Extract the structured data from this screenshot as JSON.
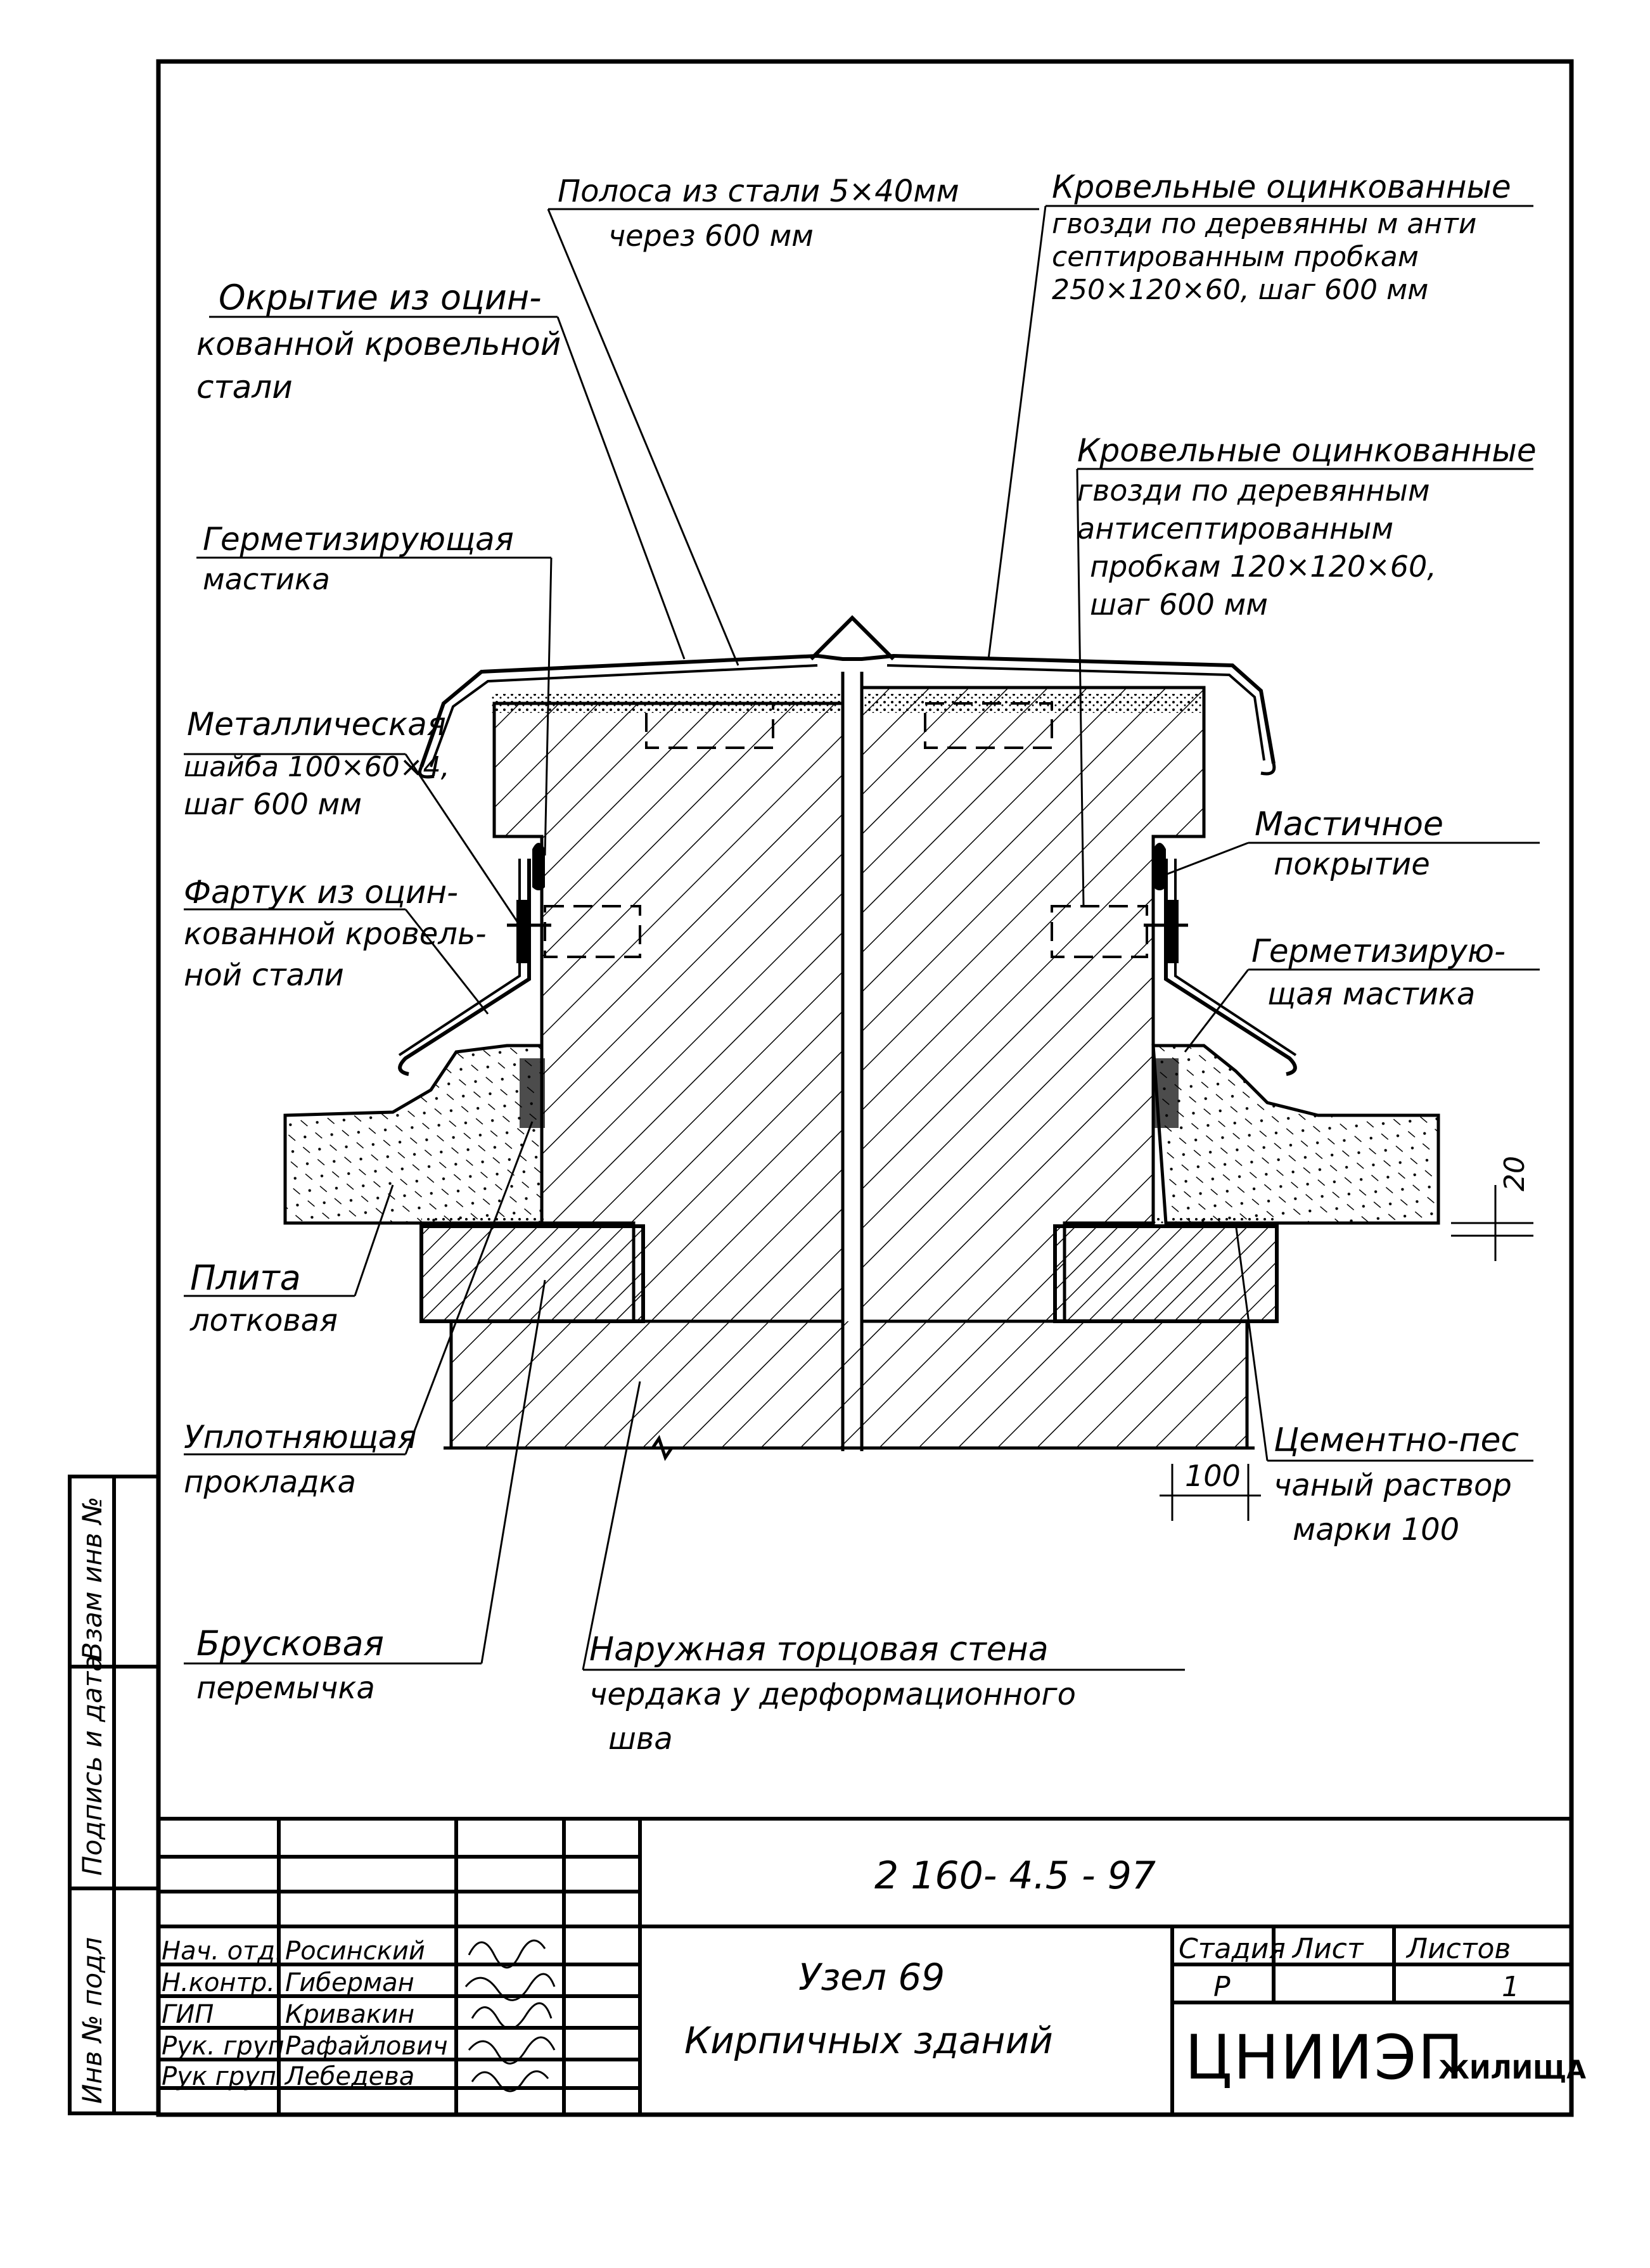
{
  "labels": {
    "strip": [
      "Полоса из стали 5×40мм",
      "через 600 мм"
    ],
    "nails_top": [
      "Кровельные оцинкованные",
      "гвозди по деревянны м анти",
      "септированным пробкам",
      "250×120×60, шаг 600 мм"
    ],
    "covering": [
      "Окрытие из оцин-",
      "кованной кровельной",
      "стали"
    ],
    "nails_mid": [
      "Кровельные оцинкованные",
      "гвозди по деревянным",
      "антисептированным",
      "пробкам 120×120×60,",
      "шаг 600 мм"
    ],
    "sealing_left": [
      "Герметизирующая",
      "мастика"
    ],
    "washer": [
      "Металлическая",
      "шайба 100×60×4,",
      "шаг 600 мм"
    ],
    "mastic_cover": [
      "Мастичное",
      "покрытие"
    ],
    "apron": [
      "Фартук из оцин-",
      "кованной кровель-",
      "ной стали"
    ],
    "sealing_right": [
      "Герметизирую-",
      "щая мастика"
    ],
    "dim_20": "20",
    "slab": [
      "Плита",
      "лотковая"
    ],
    "gasket": [
      "Уплотняющая",
      "прокладка"
    ],
    "mortar": [
      "Цементно-пес",
      "чаный раствор",
      "марки 100"
    ],
    "dim_100": "100",
    "lintel": [
      "Брусковая",
      "перемычка"
    ],
    "wall": [
      "Наружная торцовая стена",
      "чердака у дерформационного",
      "шва"
    ]
  },
  "side_stamp": {
    "inv_podl": "Инв № подл",
    "podpis": "Подпись и дата",
    "vzam": "Взам инв №"
  },
  "title_block": {
    "doc_code": "2 160- 4.5  - 97",
    "title_line1": "Узел 69",
    "title_line2": "Кирпичных зданий",
    "stage_header": "Стадия",
    "sheet_header": "Лист",
    "sheets_header": "Листов",
    "stage": "Р",
    "sheet": "",
    "sheets": "1",
    "org_main": "ЦНИИЭП",
    "org_sub": "ЖИЛИЩА",
    "staff": [
      {
        "role": "Нач. отд.",
        "name": "Росинский"
      },
      {
        "role": "Н.контр.",
        "name": "Гиберман"
      },
      {
        "role": "ГИП",
        "name": "Кривакин"
      },
      {
        "role": "Рук. груп",
        "name": "Рафайлович"
      },
      {
        "role": "Рук груп",
        "name": "Лебедева"
      }
    ]
  }
}
